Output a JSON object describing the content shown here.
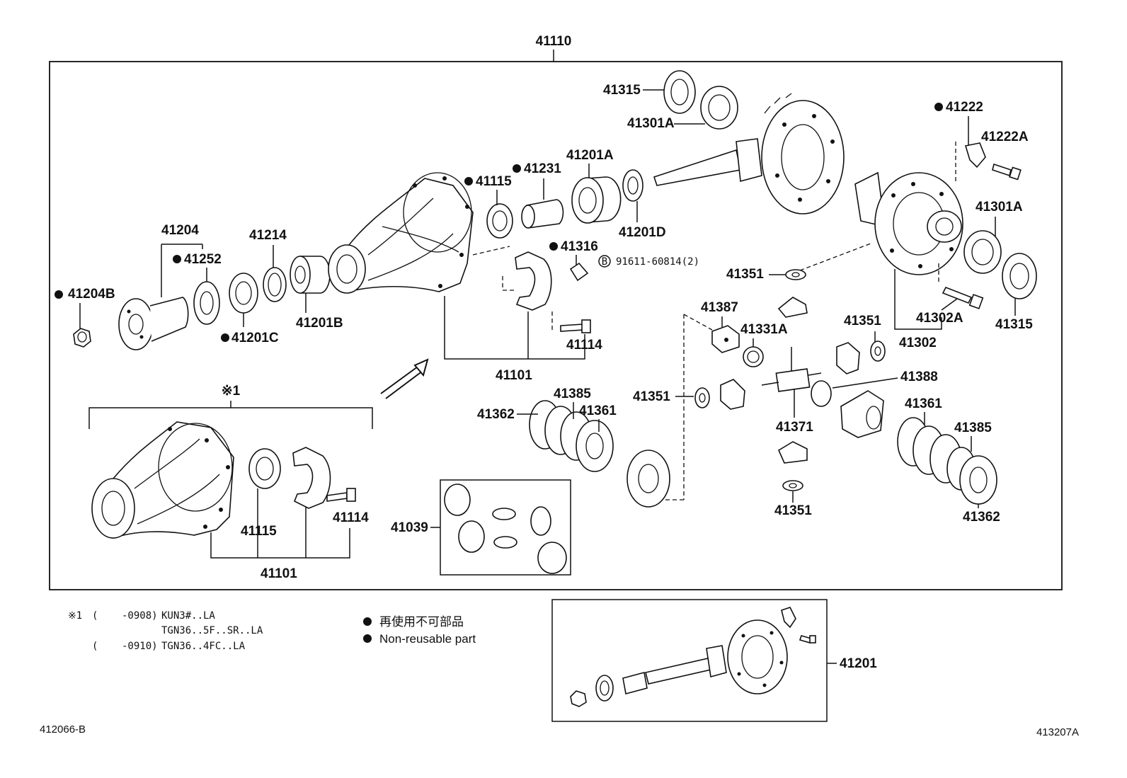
{
  "assembly_number": "41110",
  "labels": {
    "l41315a": "41315",
    "l41301a_top": "41301A",
    "l41222": "41222",
    "l41222a": "41222A",
    "l41115": "41115",
    "l41231": "41231",
    "l41201a": "41201A",
    "l41201d": "41201D",
    "l41204": "41204",
    "l41252": "41252",
    "l41214": "41214",
    "l41204b": "41204B",
    "l41201c": "41201C",
    "l41201b": "41201B",
    "l41316": "41316",
    "l91611": "91611-60814(2)",
    "bolt_symbol": "B",
    "l41114a": "41114",
    "l41101a": "41101",
    "l41301a_r": "41301A",
    "l41351a": "41351",
    "l41302a": "41302A",
    "l41315b": "41315",
    "l41302": "41302",
    "l41387": "41387",
    "l41331a": "41331A",
    "l41351b": "41351",
    "l41388": "41388",
    "l41351c": "41351",
    "l41371": "41371",
    "l41361a": "41361",
    "l41385a": "41385",
    "l41361b": "41361",
    "l41385b": "41385",
    "l41362a": "41362",
    "l41362b": "41362",
    "l41351d": "41351",
    "l41039": "41039",
    "note_mark": "※1",
    "l41115b": "41115",
    "l41114b": "41114",
    "l41101b": "41101",
    "l41201": "41201"
  },
  "notes": {
    "mark": "※1",
    "line1_paren": "(",
    "line1_date": "-0908)",
    "line1_model": "KUN3#..LA",
    "line2_model": "TGN36..5F..SR..LA",
    "line3_paren": "(",
    "line3_date": "-0910)",
    "line3_model": "TGN36..4FC..LA"
  },
  "legend": {
    "jp": "再使用不可部品",
    "en": "Non-reusable part"
  },
  "footer": {
    "left_code": "412066-B",
    "right_code": "413207A"
  },
  "colors": {
    "ink": "#111111",
    "paper": "#ffffff"
  }
}
